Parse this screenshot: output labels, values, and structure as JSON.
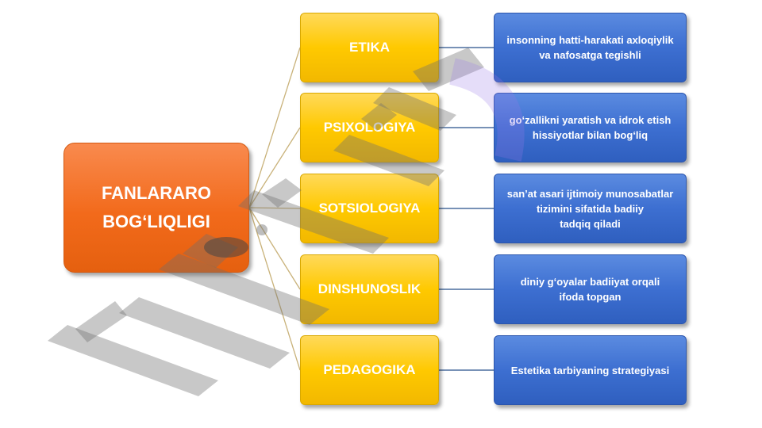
{
  "root": {
    "lines": [
      "FANLARARO",
      "BOG‘LIQLIGI"
    ]
  },
  "branches": [
    {
      "label": "ETIKA",
      "desc": [
        "insonning hatti-harakati axloqiylik",
        "va nafosatga tegishli"
      ]
    },
    {
      "label": "PSIXOLOGIYA",
      "desc": [
        "go‘zallikni yaratish va idrok etish",
        "hissiyotlar bilan bog‘liq"
      ]
    },
    {
      "label": "SOTSIOLOGIYA",
      "desc": [
        "san’at asari ijtimoiy munosabatlar",
        "tizimini sifatida badiiy",
        "tadqiq qiladi"
      ]
    },
    {
      "label": "DINSHUNOSLIK",
      "desc": [
        "diniy g‘oyalar badiiyat orqali",
        "ifoda topgan"
      ]
    },
    {
      "label": "PEDAGOGIKA",
      "desc": [
        "Estetika tarbiyaning  strategiyasi"
      ]
    }
  ],
  "colors": {
    "root": "#f26a1b",
    "branch": "#ffc900",
    "leaf": "#3d6fd1",
    "root_connector": "#c9b27a",
    "leaf_connector": "#4a6d9e"
  }
}
